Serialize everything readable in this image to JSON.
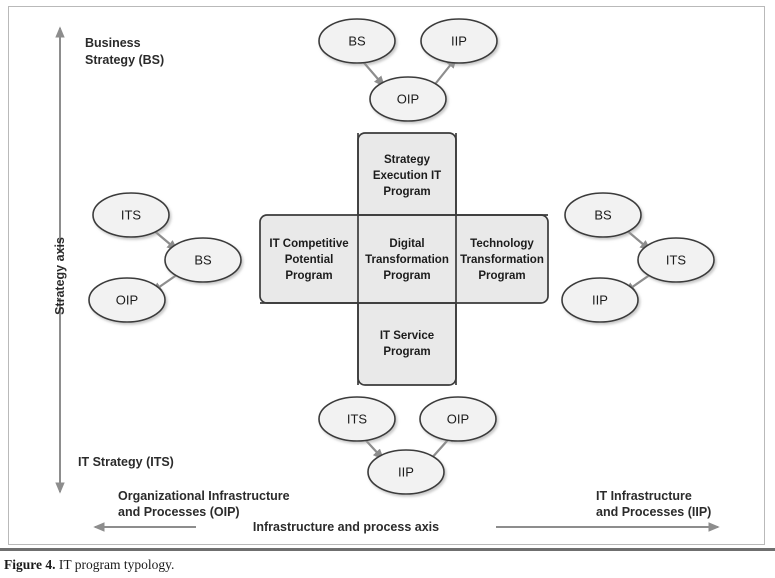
{
  "figure": {
    "caption_label": "Figure 4.",
    "caption_text": "IT program typology."
  },
  "axes": {
    "vertical": {
      "name": "Strategy axis",
      "top_label_line1": "Business",
      "top_label_line2": "Strategy (BS)",
      "bottom_label": "IT Strategy (ITS)"
    },
    "horizontal": {
      "name": "Infrastructure and process axis",
      "left_label_line1": "Organizational Infrastructure",
      "left_label_line2": "and Processes (OIP)",
      "right_label_line1": "IT Infrastructure",
      "right_label_line2": "and Processes (IIP)"
    }
  },
  "cross": {
    "cells": [
      {
        "id": "top",
        "line1": "Strategy",
        "line2": "Execution IT",
        "line3": "Program"
      },
      {
        "id": "left",
        "line1": "IT Competitive",
        "line2": "Potential",
        "line3": "Program"
      },
      {
        "id": "center",
        "line1": "Digital",
        "line2": "Transformation",
        "line3": "Program"
      },
      {
        "id": "right",
        "line1": "Technology",
        "line2": "Transformation",
        "line3": "Program"
      },
      {
        "id": "bottom",
        "line1": "IT Service",
        "line2": "Program",
        "line3": ""
      }
    ]
  },
  "clusters": {
    "top": {
      "n1": "BS",
      "n2": "OIP",
      "n3": "IIP"
    },
    "left": {
      "n1": "ITS",
      "n2": "BS",
      "n3": "OIP"
    },
    "right": {
      "n1": "BS",
      "n2": "ITS",
      "n3": "IIP"
    },
    "bottom": {
      "n1": "ITS",
      "n2": "IIP",
      "n3": "OIP"
    }
  },
  "colors": {
    "cell_fill": "#e9e9e9",
    "node_fill": "#f2f2f2",
    "stroke": "#3b3b3b",
    "arrow": "#8d8d8d",
    "frame": "#b9b9b9",
    "caption_rule": "#6f6f6f"
  }
}
